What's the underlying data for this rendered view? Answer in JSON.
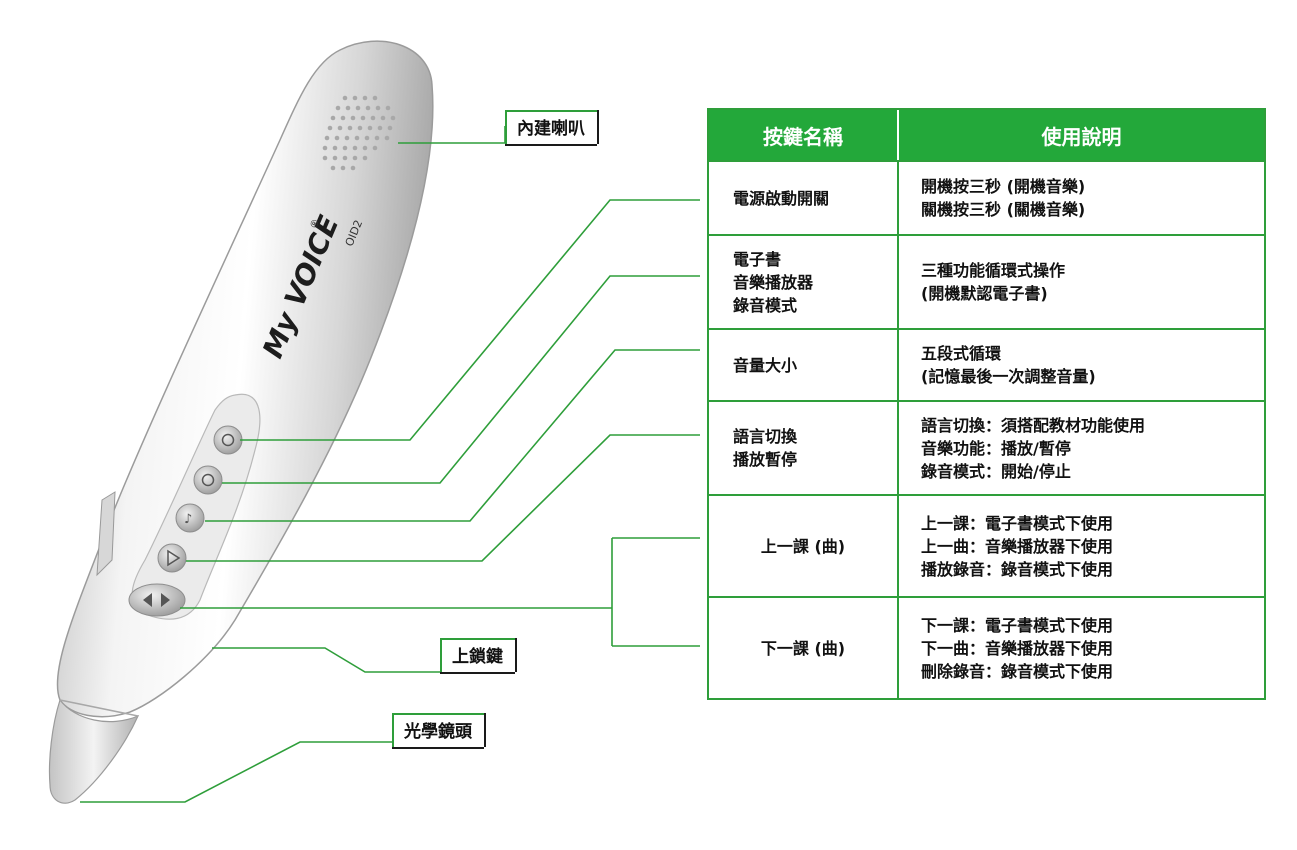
{
  "brand": {
    "name": "My VOICE",
    "model": "OID2",
    "registered_mark": "®"
  },
  "callouts": {
    "speaker": "內建喇叭",
    "lock_key": "上鎖鍵",
    "optical_lens": "光學鏡頭"
  },
  "table": {
    "headers": [
      "按鍵名稱",
      "使用說明"
    ],
    "rows": [
      {
        "name": [
          "電源啟動開關"
        ],
        "desc": [
          "開機按三秒 (開機音樂)",
          "關機按三秒 (關機音樂)"
        ]
      },
      {
        "name": [
          "電子書",
          "音樂播放器",
          "錄音模式"
        ],
        "desc": [
          "三種功能循環式操作",
          "(開機默認電子書)"
        ]
      },
      {
        "name": [
          "音量大小"
        ],
        "desc": [
          "五段式循環",
          "(記憶最後一次調整音量)"
        ]
      },
      {
        "name": [
          "語言切換",
          "播放暫停"
        ],
        "desc": [
          "語言切換：須搭配教材功能使用",
          "音樂功能：播放/暫停",
          "錄音模式：開始/停止"
        ]
      },
      {
        "name": [
          "上一課 (曲)"
        ],
        "desc": [
          "上一課：電子書模式下使用",
          "上一曲：音樂播放器下使用",
          "播放錄音：錄音模式下使用"
        ]
      },
      {
        "name": [
          "下一課 (曲)"
        ],
        "desc": [
          "下一課：電子書模式下使用",
          "下一曲：音樂播放器下使用",
          "刪除錄音：錄音模式下使用"
        ]
      }
    ]
  },
  "colors": {
    "accent": "#23a83a",
    "line": "#2e9e3a",
    "pen_body": "#e4e4e4"
  }
}
